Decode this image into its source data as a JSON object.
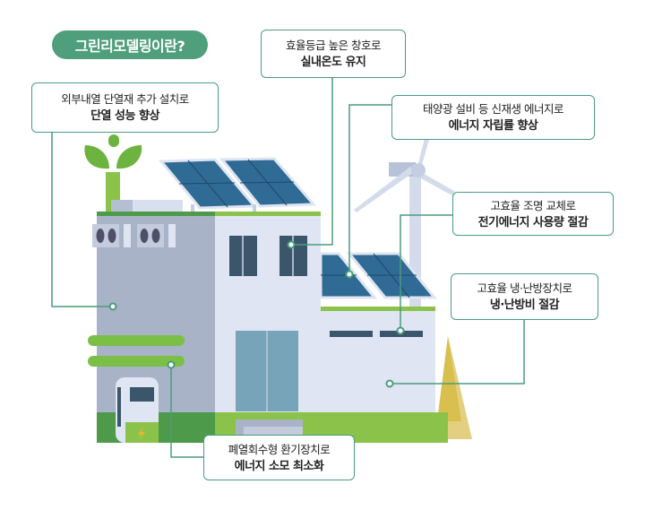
{
  "title": "그린리모델링이란?",
  "callouts": [
    {
      "line1": "외부내열 단열재 추가 설치로",
      "line2": "단열 성능 향상"
    },
    {
      "line1": "효율등급 높은 창호로",
      "line2": "실내온도 유지"
    },
    {
      "line1": "태양광 설비 등 신재생 에너지로",
      "line2": "에너지 자립률 향상"
    },
    {
      "line1": "고효율 조명 교체로",
      "line2": "전기에너지 사용량 절감"
    },
    {
      "line1": "고효율 냉·난방장치로",
      "line2": "냉·난방비 절감"
    },
    {
      "line1": "폐열회수형 환기장치로",
      "line2": "에너지 소모 최소화"
    }
  ],
  "colors": {
    "accent": "#4a9c7c",
    "badge": "#4f9e7c",
    "green": "#8bc34a"
  }
}
